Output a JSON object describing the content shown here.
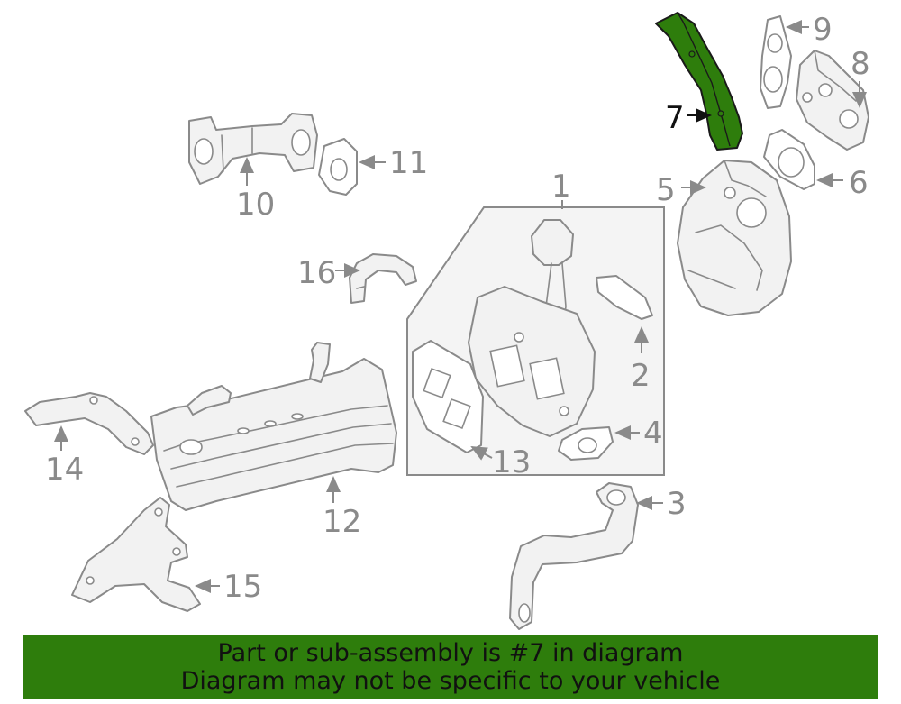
{
  "diagram": {
    "highlighted_part": "7",
    "highlight_color": "#2e7d0c",
    "line_color": "#8a8a8a",
    "callouts": [
      "1",
      "2",
      "3",
      "4",
      "5",
      "6",
      "7",
      "8",
      "9",
      "10",
      "11",
      "12",
      "13",
      "14",
      "15",
      "16"
    ]
  },
  "banner": {
    "line1": "Part or sub-assembly is #7 in diagram",
    "line2": "Diagram may not be specific to your vehicle",
    "background": "#2e7d0c"
  }
}
